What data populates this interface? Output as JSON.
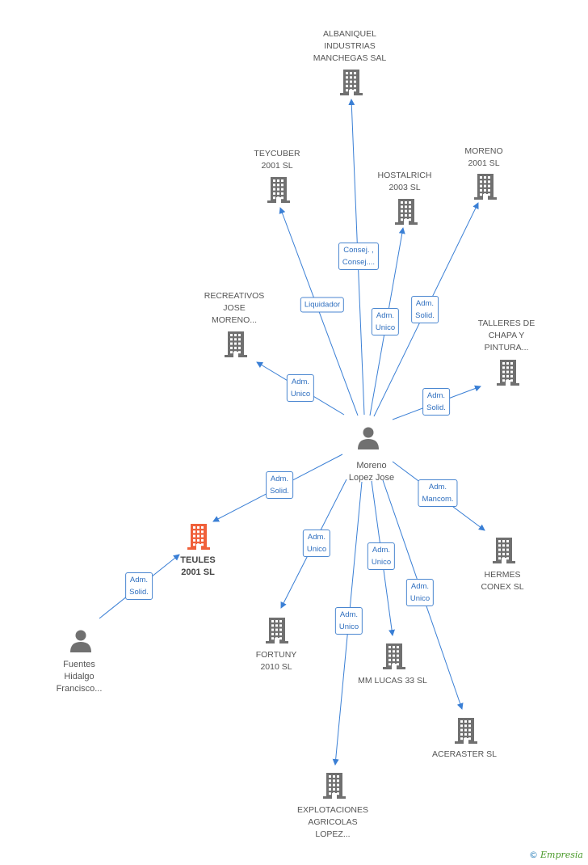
{
  "colors": {
    "edge": "#3a7fd5",
    "building": "#707070",
    "highlight": "#f0603a",
    "person": "#707070"
  },
  "center_person": {
    "name_lines": [
      "Moreno",
      "Lopez Jose"
    ],
    "icon": "person-icon"
  },
  "other_person": {
    "name_lines": [
      "Fuentes",
      "Hidalgo",
      "Francisco..."
    ],
    "icon": "person-icon"
  },
  "companies": [
    {
      "id": "albaniquel",
      "lines": [
        "ALBANIQUEL",
        "INDUSTRIAS",
        "MANCHEGAS SAL"
      ],
      "highlight": false
    },
    {
      "id": "teycuber",
      "lines": [
        "TEYCUBER",
        "2001 SL"
      ],
      "highlight": false
    },
    {
      "id": "hostalrich",
      "lines": [
        "HOSTALRICH",
        "2003 SL"
      ],
      "highlight": false
    },
    {
      "id": "moreno2001",
      "lines": [
        "MORENO",
        "2001 SL"
      ],
      "highlight": false
    },
    {
      "id": "recreativos",
      "lines": [
        "RECREATIVOS",
        "JOSE",
        "MORENO..."
      ],
      "highlight": false
    },
    {
      "id": "talleres",
      "lines": [
        "TALLERES DE",
        "CHAPA Y",
        "PINTURA..."
      ],
      "highlight": false
    },
    {
      "id": "teules",
      "lines": [
        "TEULES",
        "2001 SL"
      ],
      "highlight": true
    },
    {
      "id": "hermes",
      "lines": [
        "HERMES",
        "CONEX SL"
      ],
      "highlight": false
    },
    {
      "id": "fortuny",
      "lines": [
        "FORTUNY",
        "2010 SL"
      ],
      "highlight": false
    },
    {
      "id": "mmlucas",
      "lines": [
        "MM LUCAS 33 SL"
      ],
      "highlight": false
    },
    {
      "id": "aceraster",
      "lines": [
        "ACERASTER SL"
      ],
      "highlight": false
    },
    {
      "id": "explotaciones",
      "lines": [
        "EXPLOTACIONES",
        "AGRICOLAS",
        "LOPEZ..."
      ],
      "highlight": false
    }
  ],
  "edges": [
    {
      "to": "albaniquel",
      "label_lines": [
        "Consej. ,",
        "Consej...."
      ]
    },
    {
      "to": "teycuber",
      "label_lines": [
        "Liquidador"
      ]
    },
    {
      "to": "hostalrich",
      "label_lines": [
        "Adm.",
        "Unico"
      ]
    },
    {
      "to": "moreno2001",
      "label_lines": [
        "Adm.",
        "Solid."
      ]
    },
    {
      "to": "recreativos",
      "label_lines": [
        "Adm.",
        "Unico"
      ]
    },
    {
      "to": "talleres",
      "label_lines": [
        "Adm.",
        "Solid."
      ]
    },
    {
      "to": "teules",
      "label_lines": [
        "Adm.",
        "Solid."
      ]
    },
    {
      "to": "hermes",
      "label_lines": [
        "Adm.",
        "Mancom."
      ]
    },
    {
      "to": "fortuny",
      "label_lines": [
        "Adm.",
        "Unico"
      ]
    },
    {
      "to": "mmlucas",
      "label_lines": [
        "Adm.",
        "Unico"
      ]
    },
    {
      "to": "aceraster",
      "label_lines": [
        "Adm.",
        "Unico"
      ]
    },
    {
      "to": "explotaciones",
      "label_lines": [
        "Adm.",
        "Unico"
      ]
    },
    {
      "from": "other_person",
      "to": "teules",
      "label_lines": [
        "Adm.",
        "Solid."
      ]
    }
  ],
  "brand": {
    "copyright": "©",
    "name": "Empresia"
  }
}
